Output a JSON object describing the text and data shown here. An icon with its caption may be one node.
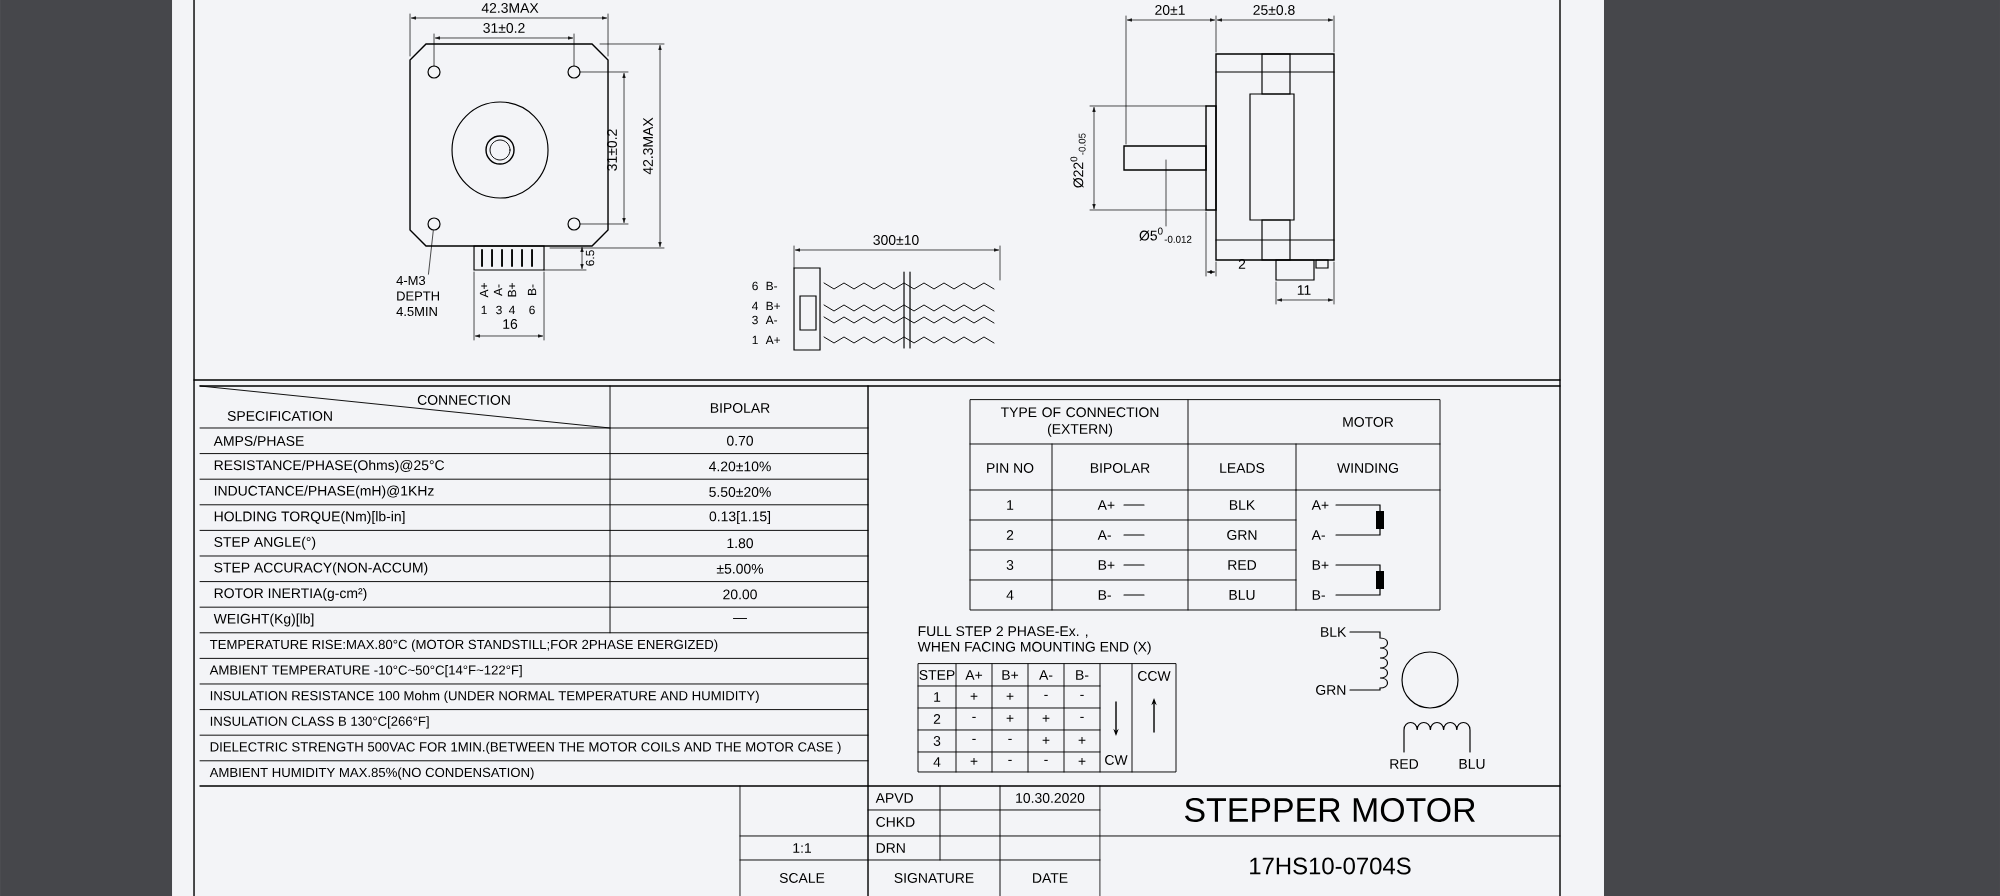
{
  "diagram": {
    "nodes": [
      {
        "text": [
          "4-M3 DEPTH 4.5MIN"
        ]
      },
      {
        "text": [],
        "shape": "circle"
      },
      {
        "text": [
          "Ø5$^{0}$$_{-0.012}$"
        ]
      }
    ],
    "edges": [
      {
        "from": 0,
        "to": 1,
        "arrow": "none"
      },
      {
        "from": 2,
        "to": null,
        "arrow": "none"
      }
    ],
    "labels": [
      "42.3MAX",
      "31±0.2",
      "20±1",
      "25±0.8",
      "31±0.2",
      "42.3MAX",
      "Ø22$^{0}$$_{-0.05}$",
      "6.5",
      "300±10",
      "6",
      "B-",
      "4",
      "B+",
      "3",
      "A-",
      "1",
      "A+",
      "2",
      "A+",
      "A-",
      "B+",
      "B-",
      "1",
      "3",
      "4",
      "6",
      "11",
      "16",
      "CONNECTION",
      "SPECIFICATION",
      "BIPOLAR",
      "AMPS/PHASE",
      "0.70",
      "RESISTANCE/PHASE(Ohms)@25°C",
      "4.20±10%",
      "INDUCTANCE/PHASE(mH)@1KHz",
      "5.50±20%",
      "HOLDING TORQUE(Nm)[lb-in]",
      "0.13[1.15]",
      "STEP ANGLE(°)",
      "1.80",
      "STEP ACCURACY(NON-ACCUM)",
      "±5.00%",
      "ROTOR INERTIA(g-cm²)",
      "20.00",
      "WEIGHT(Kg)[lb]",
      "—",
      "TEMPERATURE RISE:MAX.80°C (MOTOR STANDSTILL;FOR 2PHASE ENERGIZED)",
      "AMBIENT TEMPERATURE -10°C~50°C[14°F~122°F]",
      "INSULATION RESISTANCE 100 Mohm (UNDER NORMAL TEMPERATURE AND HUMIDITY)",
      "INSULATION CLASS B 130°C[266°F]",
      "DIELECTRIC STRENGTH 500VAC FOR 1MIN.(BETWEEN THE MOTOR COILS AND THE MOTOR CASE )",
      "AMBIENT HUMIDITY MAX.85%(NO CONDENSATION)",
      "TYPE OF CONNECTION (EXTERN)",
      "MOTOR",
      "PIN NO",
      "BIPOLAR",
      "LEADS",
      "WINDING",
      "1",
      "A+",
      "BLK",
      "A+",
      "2",
      "A-",
      "GRN",
      "A-",
      "3",
      "B+",
      "RED",
      "B+",
      "4",
      "B-",
      "BLU",
      "B-",
      "FULL STEP 2 PHASE-Ex. ,",
      "WHEN FACING MOUNTING END (X)",
      "STEP",
      "A+",
      "B+",
      "A-",
      "B-",
      "CCW",
      "1",
      "+",
      "+",
      "-",
      "-",
      "2",
      "-",
      "+",
      "+",
      "-",
      "3",
      "-",
      "-",
      "+",
      "+",
      "4",
      "+",
      "-",
      "-",
      "+",
      "CW",
      "BLK",
      "GRN",
      "RED",
      "BLU",
      "APVD",
      "10.30.2020",
      "STEPPER MOTOR",
      "CHKD",
      "1:1",
      "DRN",
      "17HS10-0704S",
      "SCALE",
      "SIGNATURE",
      "DATE"
    ]
  }
}
